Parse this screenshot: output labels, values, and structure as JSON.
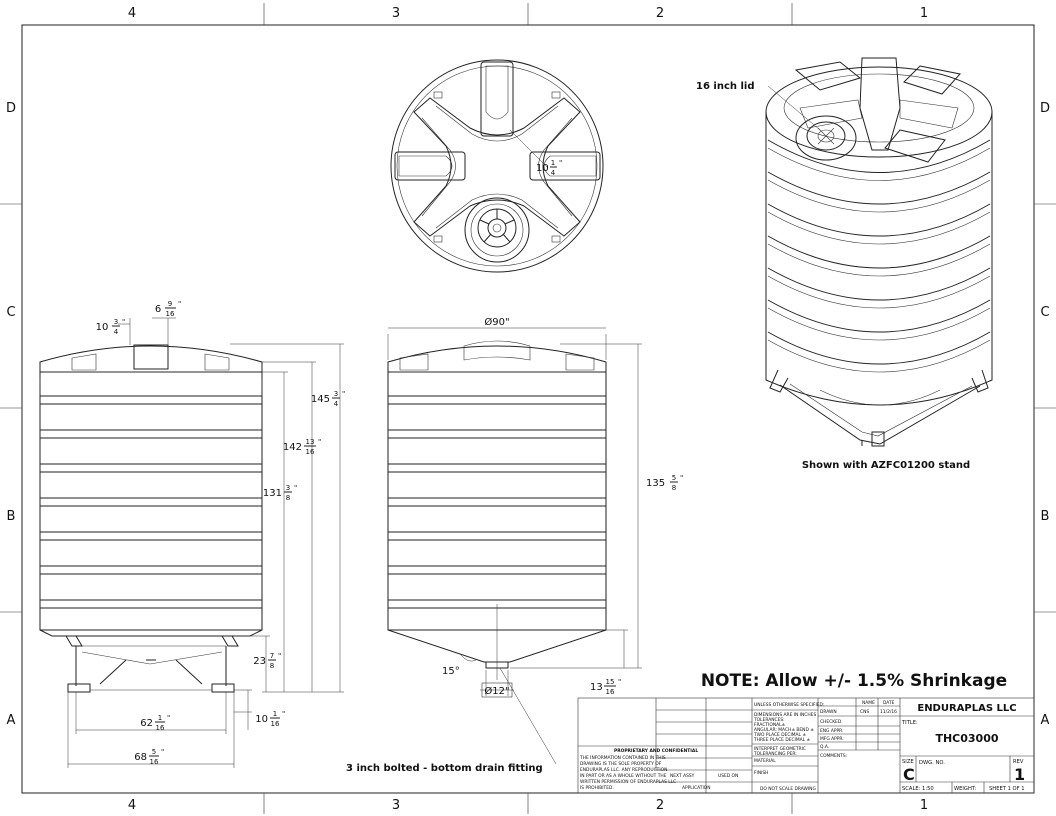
{
  "border": {
    "columns": [
      "4",
      "3",
      "2",
      "1"
    ],
    "rows": [
      "D",
      "C",
      "B",
      "A"
    ]
  },
  "callouts": {
    "lid": "16 inch lid",
    "stand": "Shown with AZFC01200 stand",
    "drain": "3 inch bolted - bottom drain fitting",
    "note": "NOTE: Allow +/- 1.5% Shrinkage"
  },
  "dims": {
    "top_rib": {
      "whole": "10",
      "num": "1",
      "den": "4",
      "unit": "\""
    },
    "lid_w": {
      "whole": "10",
      "num": "3",
      "den": "4",
      "unit": "\""
    },
    "lid_off": {
      "whole": "6",
      "num": "9",
      "den": "16",
      "unit": "\""
    },
    "h_total": {
      "whole": "145",
      "num": "3",
      "den": "4",
      "unit": "\""
    },
    "h_142": {
      "whole": "142",
      "num": "13",
      "den": "16",
      "unit": "\""
    },
    "h_131": {
      "whole": "131",
      "num": "3",
      "den": "8",
      "unit": "\""
    },
    "h_stand": {
      "whole": "23",
      "num": "7",
      "den": "8",
      "unit": "\""
    },
    "h_bottom": {
      "whole": "10",
      "num": "1",
      "den": "16",
      "unit": "\""
    },
    "w_62": {
      "whole": "62",
      "num": "1",
      "den": "16",
      "unit": "\""
    },
    "w_68": {
      "whole": "68",
      "num": "5",
      "den": "16",
      "unit": "\""
    },
    "diameter": "Ø90\"",
    "h_135": {
      "whole": "135",
      "num": "5",
      "den": "8",
      "unit": "\""
    },
    "cone_angle": "15°",
    "drain_dia": "Ø12\"",
    "h_13": {
      "whole": "13",
      "num": "15",
      "den": "16",
      "unit": "\""
    }
  },
  "title_block": {
    "unless": "UNLESS OTHERWISE SPECIFIED:",
    "spec_lines": [
      "DIMENSIONS ARE IN INCHES",
      "TOLERANCES:",
      "FRACTIONAL±",
      "ANGULAR: MACH±   BEND ±",
      "TWO PLACE DECIMAL  ±",
      "THREE PLACE DECIMAL  ±"
    ],
    "interpret": [
      "INTERPRET GEOMETRIC",
      "TOLERANCING PER:"
    ],
    "material": "MATERIAL",
    "finish": "FINISH",
    "dont_scale": "DO NOT SCALE DRAWING",
    "next_assy": "NEXT ASSY",
    "used_on": "USED ON",
    "application": "APPLICATION",
    "proprietary_title": "PROPRIETARY AND CONFIDENTIAL",
    "proprietary_lines": [
      "THE INFORMATION CONTAINED IN THIS",
      "DRAWING IS THE SOLE PROPERTY OF",
      "ENDURAPLAS LLC. ANY REPRODUCTION",
      "IN PART OR AS A WHOLE WITHOUT THE",
      "WRITTEN PERMISSION OF ENDURAPLAS LLC",
      "IS PROHIBITED."
    ],
    "name_hdr": "NAME",
    "date_hdr": "DATE",
    "roles": [
      "DRAWN",
      "CHECKED",
      "ENG APPR.",
      "MFG APPR.",
      "Q.A.",
      "COMMENTS:"
    ],
    "drawn_name": "CNS",
    "drawn_date": "11/2/16",
    "company": "ENDURAPLAS LLC",
    "title_label": "TITLE:",
    "title": "THC03000",
    "size_label": "SIZE",
    "size": "C",
    "dwg_label": "DWG.  NO.",
    "rev_label": "REV",
    "rev": "1",
    "scale": "SCALE: 1:50",
    "weight": "WEIGHT:",
    "sheet": "SHEET 1 OF 1"
  }
}
